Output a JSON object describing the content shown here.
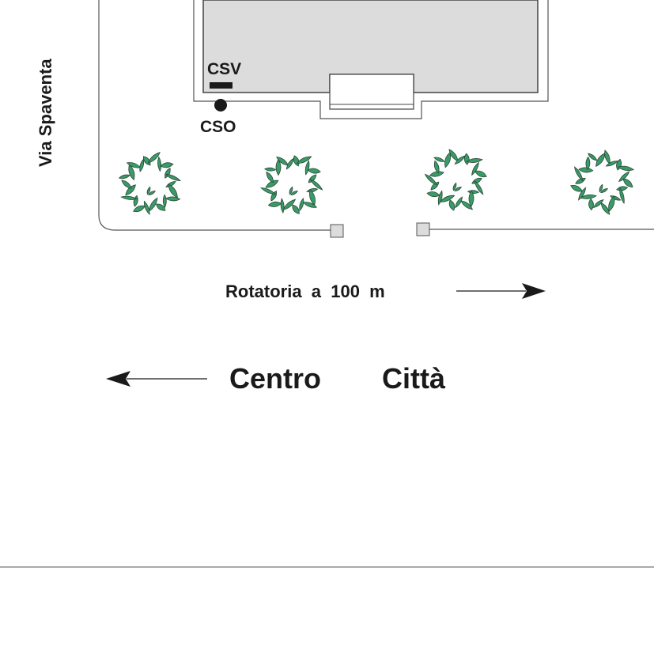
{
  "labels": {
    "street": "Via Spaventa",
    "csv": "CSV",
    "cso": "CSO",
    "roundabout": "Rotatoria  a  100  m",
    "city_center_word1": "Centro",
    "city_center_word2": "Città"
  },
  "colors": {
    "building_fill": "#dcdcdc",
    "tree_fill": "#3a9a68",
    "tree_stroke": "#2a4a38",
    "line": "#555555",
    "text": "#1a1a1a"
  },
  "trees_count": 4
}
